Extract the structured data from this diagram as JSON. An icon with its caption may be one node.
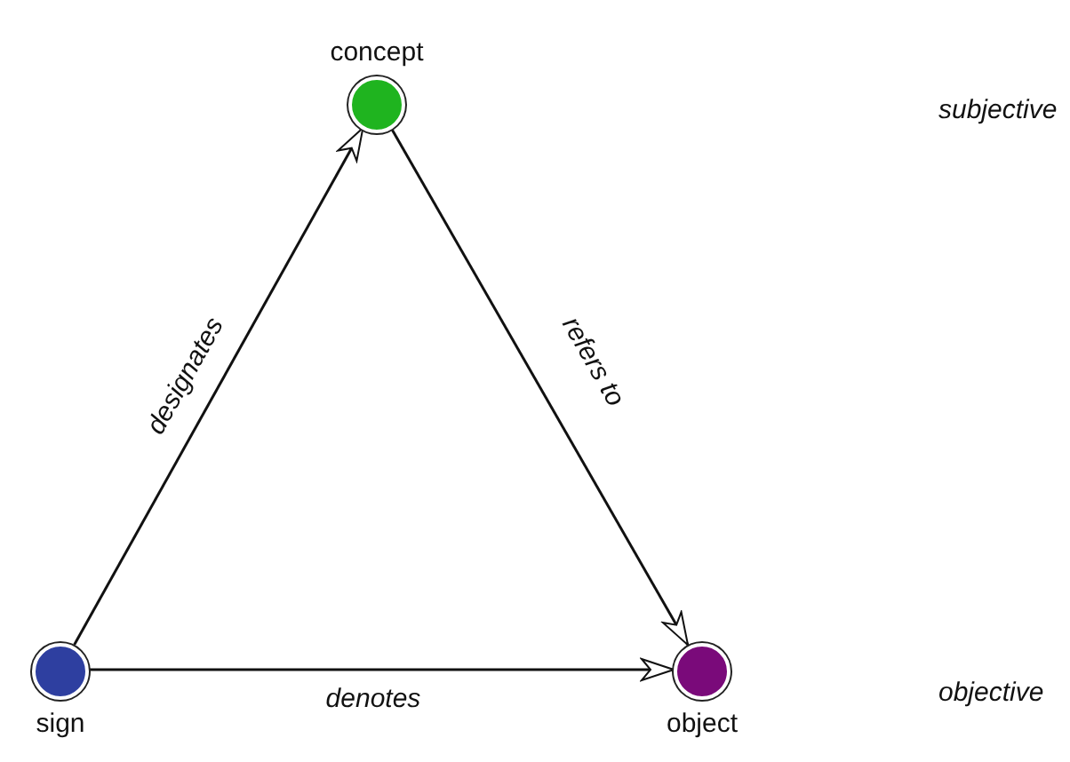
{
  "diagram": {
    "nodes": [
      {
        "text": [
          "concept"
        ]
      },
      {
        "text": [
          "sign"
        ]
      },
      {
        "text": [
          "object"
        ]
      }
    ],
    "edges": [
      {
        "from": 1,
        "to": 0,
        "arrow": "to",
        "label": "designates"
      },
      {
        "from": 0,
        "to": 2,
        "arrow": "to",
        "label": "refers to"
      },
      {
        "from": 1,
        "to": 2,
        "arrow": "to",
        "label": "denotes"
      }
    ],
    "labels": [
      "subjective",
      "objective"
    ]
  }
}
